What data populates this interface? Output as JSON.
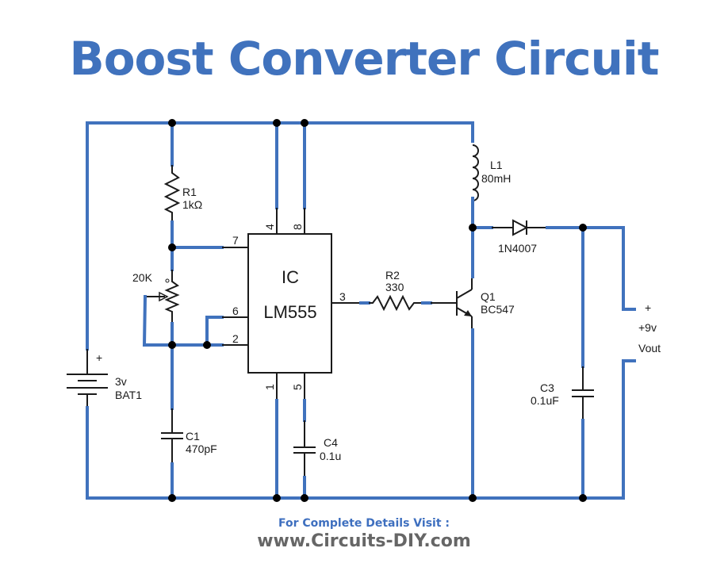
{
  "title": "Boost Converter Circuit",
  "footer": {
    "line1": "For Complete Details Visit :",
    "line2": "www.Circuits-DIY.com"
  },
  "colors": {
    "wire": "#4072bd",
    "title": "#4072bd",
    "footer_url": "#666666"
  },
  "components": {
    "battery": {
      "value": "3v",
      "ref": "BAT1",
      "polarity": "+"
    },
    "r1": {
      "ref": "R1",
      "value": "1kΩ"
    },
    "pot": {
      "value": "20K"
    },
    "c1": {
      "ref": "C1",
      "value": "470pF"
    },
    "ic": {
      "line1": "IC",
      "line2": "LM555",
      "pins": {
        "p4": "4",
        "p8": "8",
        "p7": "7",
        "p6": "6",
        "p2": "2",
        "p3": "3",
        "p1": "1",
        "p5": "5"
      }
    },
    "c4": {
      "ref": "C4",
      "value": "0.1u"
    },
    "r2": {
      "ref": "R2",
      "value": "330"
    },
    "q1": {
      "ref": "Q1",
      "value": "BC547"
    },
    "l1": {
      "ref": "L1",
      "value": "80mH"
    },
    "d1": {
      "value": "1N4007"
    },
    "c3": {
      "ref": "C3",
      "value": "0.1uF"
    },
    "output": {
      "polarity": "+",
      "voltage": "+9v",
      "label": "Vout"
    }
  }
}
